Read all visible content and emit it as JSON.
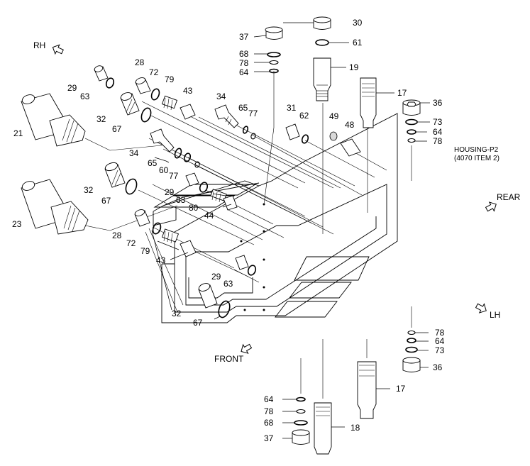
{
  "orientation": {
    "rh": "RH",
    "rear": "REAR",
    "lh": "LH",
    "front": "FRONT"
  },
  "housing_note": {
    "line1": "HOUSING-P2",
    "line2": "(4070 ITEM 2)"
  },
  "callouts": {
    "c30": "30",
    "c61": "61",
    "c37a": "37",
    "c68a": "68",
    "c78a": "78",
    "c64a": "64",
    "c19": "19",
    "c17a": "17",
    "c36a": "36",
    "c73a": "73",
    "c64b": "64",
    "c78b": "78",
    "c28a": "28",
    "c72a": "72",
    "c79a": "79",
    "c43a": "43",
    "c29a": "29",
    "c63a": "63",
    "c34a": "34",
    "c65a": "65",
    "c77a": "77",
    "c31": "31",
    "c62": "62",
    "c49": "49",
    "c48": "48",
    "c32a": "32",
    "c67a": "67",
    "c21": "21",
    "c34b": "34",
    "c65b": "65",
    "c60": "60",
    "c77b": "77",
    "c29b": "29",
    "c63b": "63",
    "c80": "80",
    "c44": "44",
    "c32b": "32",
    "c67b": "67",
    "c23": "23",
    "c28b": "28",
    "c72b": "72",
    "c79b": "79",
    "c43b": "43",
    "c29c": "29",
    "c63c": "63",
    "c32c": "32",
    "c67c": "67",
    "c78c": "78",
    "c64c": "64",
    "c73b": "73",
    "c36b": "36",
    "c17b": "17",
    "c64d": "64",
    "c78d": "78",
    "c68b": "68",
    "c37b": "37",
    "c18": "18"
  },
  "icons": [
    "arrow-outline-icon"
  ]
}
